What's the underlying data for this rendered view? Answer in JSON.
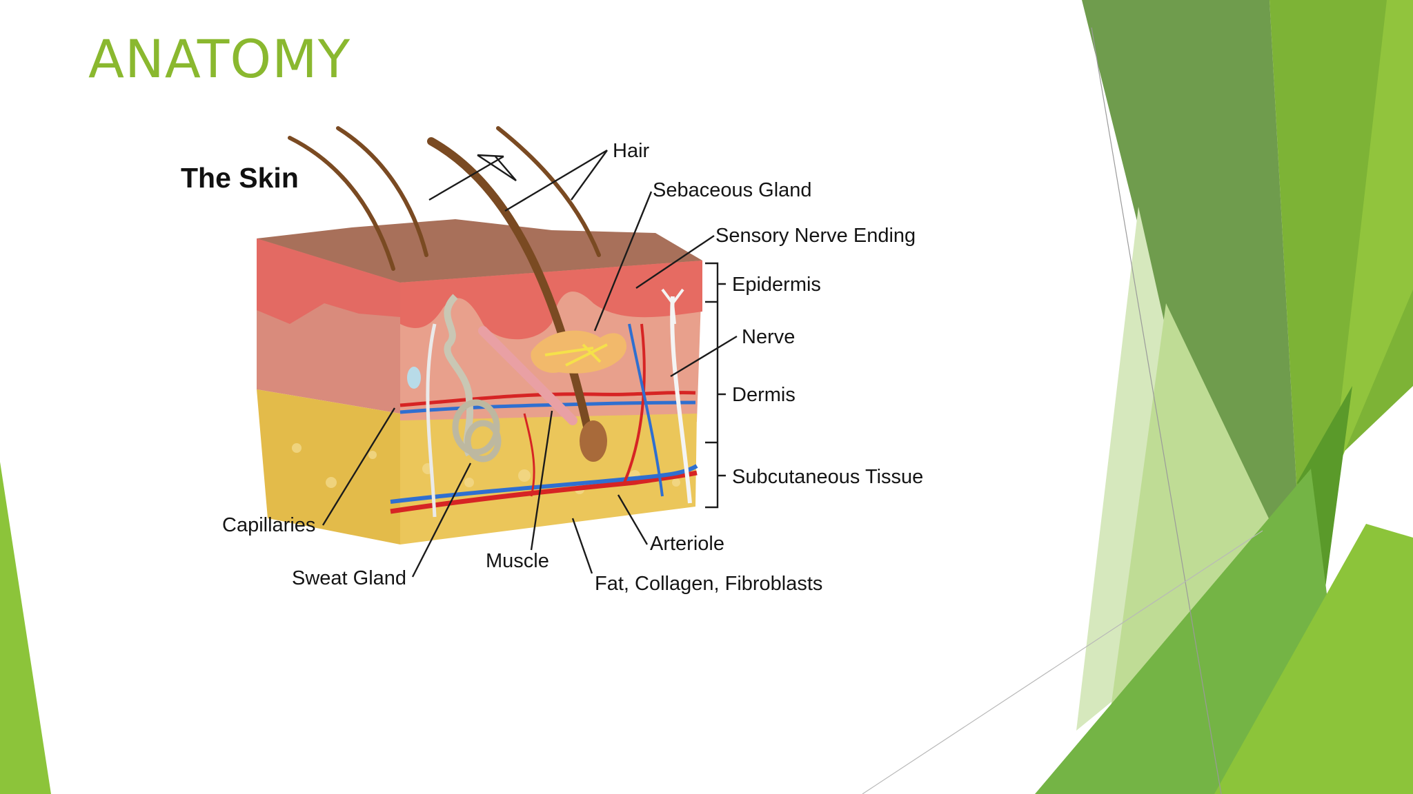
{
  "slide": {
    "title": "ANATOMY"
  },
  "diagram": {
    "title": "The Skin",
    "labels": {
      "hair": "Hair",
      "sebaceous_gland": "Sebaceous Gland",
      "sensory_nerve_ending": "Sensory Nerve Ending",
      "epidermis": "Epidermis",
      "nerve": "Nerve",
      "dermis": "Dermis",
      "subcutaneous_tissue": "Subcutaneous Tissue",
      "capillaries": "Capillaries",
      "sweat_gland": "Sweat Gland",
      "muscle": "Muscle",
      "arteriole": "Arteriole",
      "fat_collagen_fibroblasts": "Fat, Collagen, Fibroblasts"
    }
  },
  "colors": {
    "title_green": "#8ab82f",
    "epidermis": "#e0645c",
    "dermis": "#e6a089",
    "subcutaneous": "#e8c04e",
    "artery": "#d62424",
    "vein": "#2f6fd0",
    "hair": "#7a4a22"
  }
}
